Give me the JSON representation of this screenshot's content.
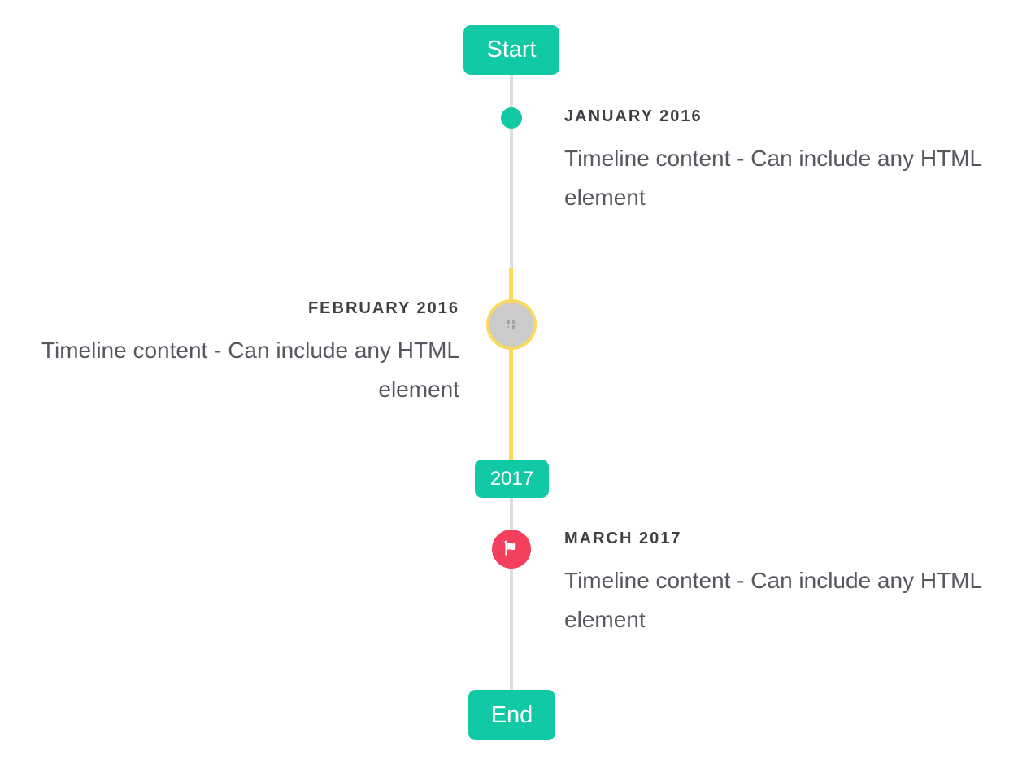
{
  "timeline": {
    "start_badge": "Start",
    "year_badge": "2017",
    "end_badge": "End",
    "items": [
      {
        "title": "JANUARY 2016",
        "content": "Timeline content - Can include any HTML element",
        "side": "right",
        "marker": "teal-dot"
      },
      {
        "title": "FEBRUARY 2016",
        "content": "Timeline content - Can include any HTML element",
        "side": "left",
        "marker": "gray-circle-yellow-ring-broken-image"
      },
      {
        "title": "MARCH 2017",
        "content": "Timeline content - Can include any HTML element",
        "side": "right",
        "marker": "red-circle-flag"
      }
    ],
    "icons": {
      "flag": "flag-icon",
      "broken_image": "broken-image-icon"
    }
  },
  "colors": {
    "teal": "#12c9a6",
    "yellow": "#fbd95e",
    "red": "#f43f5e",
    "line": "#dedede",
    "circlefill": "#cbcbcb",
    "title": "#3e4044",
    "body": "#55585e"
  }
}
